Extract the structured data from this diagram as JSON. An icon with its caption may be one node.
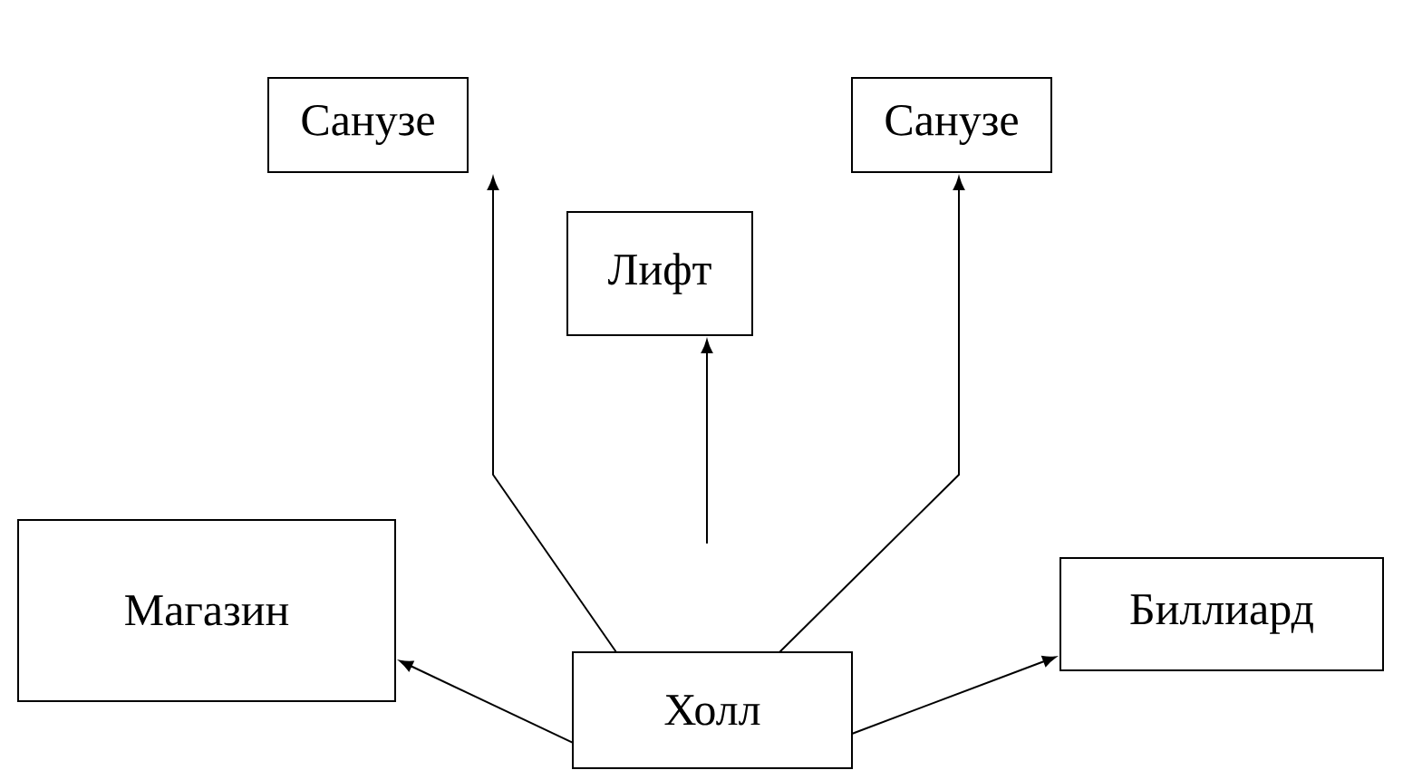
{
  "diagram": {
    "nodes": [
      {
        "text": [
          "Санузе"
        ]
      },
      {
        "text": [
          "Санузе"
        ]
      },
      {
        "text": [
          "Лифт"
        ]
      },
      {
        "text": [
          "Магазин"
        ]
      },
      {
        "text": [
          "Холл"
        ]
      },
      {
        "text": [
          "Биллиард"
        ]
      }
    ],
    "edges": [
      {
        "from": 4,
        "to": 0,
        "arrow": "to"
      },
      {
        "from": 4,
        "to": 2,
        "arrow": "to"
      },
      {
        "from": 4,
        "to": 1,
        "arrow": "to"
      },
      {
        "from": 4,
        "to": 3,
        "arrow": "to"
      },
      {
        "from": 4,
        "to": 5,
        "arrow": "to"
      }
    ]
  }
}
